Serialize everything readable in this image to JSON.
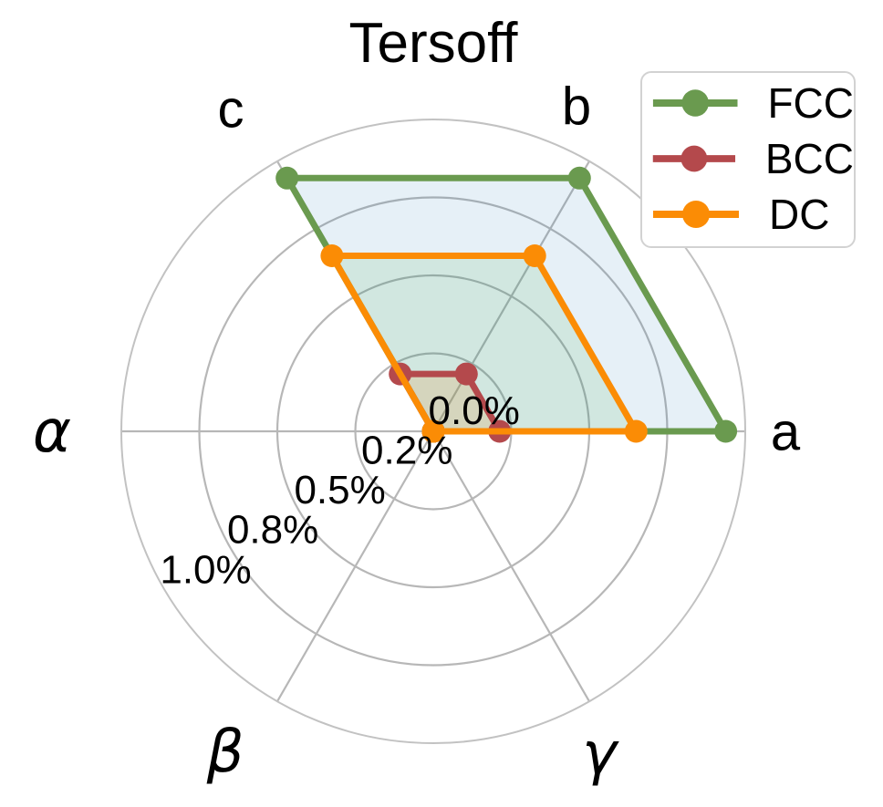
{
  "title": "Tersoff",
  "chart_data": {
    "type": "radar",
    "categories": [
      "a",
      "b",
      "c",
      "α",
      "β",
      "γ"
    ],
    "r_axis": {
      "tick_values": [
        0.0,
        0.2,
        0.5,
        0.8,
        1.0
      ],
      "tick_labels": [
        "0.0%",
        "0.2%",
        "0.5%",
        "0.8%",
        "1.0%"
      ],
      "min": 0.0,
      "max": 1.0,
      "unit": "%"
    },
    "series": [
      {
        "name": "FCC",
        "color": "#6a9a4f",
        "fill": "rgba(31,119,180,0.11)",
        "values": [
          0.95,
          0.95,
          0.95,
          0.0,
          0.0,
          0.0
        ]
      },
      {
        "name": "BCC",
        "color": "#b4494c",
        "fill": "rgba(255,127,14,0.17)",
        "values": [
          0.17,
          0.17,
          0.17,
          0.0,
          0.0,
          0.0
        ]
      },
      {
        "name": "DC",
        "color": "#fb8c05",
        "fill": "rgba(44,160,44,0.11)",
        "values": [
          0.68,
          0.68,
          0.68,
          0.0,
          0.0,
          0.0
        ]
      }
    ],
    "grid": true,
    "grid_color": "#b7b7b7",
    "outer_ring_color": "#c2c2c2",
    "text_color": "#000000",
    "legend_position": "top-right"
  }
}
